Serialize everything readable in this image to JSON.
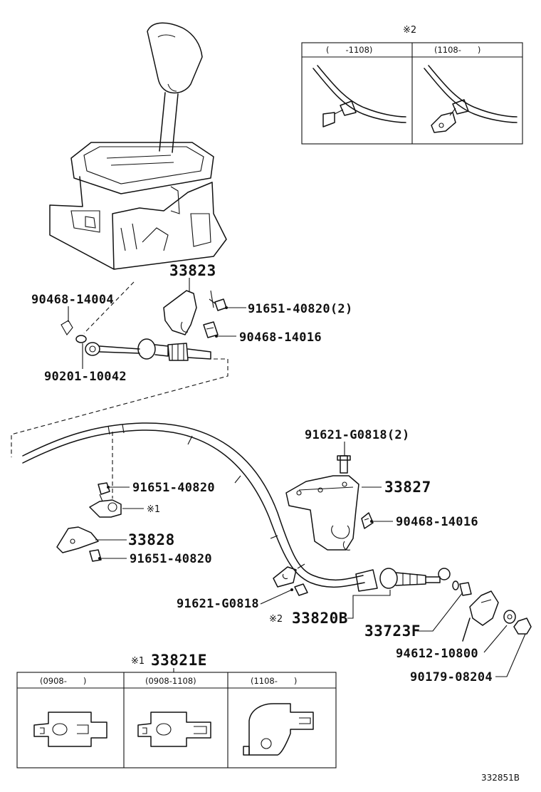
{
  "parts": {
    "p33823": "33823",
    "p91651_40820_2": "91651-40820(2)",
    "p90468_14016_top": "90468-14016",
    "p90468_14004": "90468-14004",
    "p90201_10042": "90201-10042",
    "p91621_G0818_2": "91621-G0818(2)",
    "p33827": "33827",
    "p90468_14016_mid": "90468-14016",
    "p91651_40820_a": "91651-40820",
    "p33828": "33828",
    "p91651_40820_b": "91651-40820",
    "p91621_G0818": "91621-G0818",
    "p33820B": "33820B",
    "p33723F": "33723F",
    "p94612_10800": "94612-10800",
    "p90179_08204": "90179-08204",
    "p33821E": "33821E"
  },
  "markers": {
    "note1_symbol": "※1",
    "note2_symbol": "※2",
    "note1_small": "※1",
    "note2_small": "※2"
  },
  "inset_top": {
    "title": "※2",
    "columns": [
      "(　　-1108)",
      "(1108-　　)"
    ]
  },
  "inset_bottom": {
    "title_symbol": "※1",
    "columns": [
      "(0908-　　)",
      "(0908-1108)",
      "(1108-　　)"
    ]
  },
  "footer": {
    "code": "332851B"
  }
}
